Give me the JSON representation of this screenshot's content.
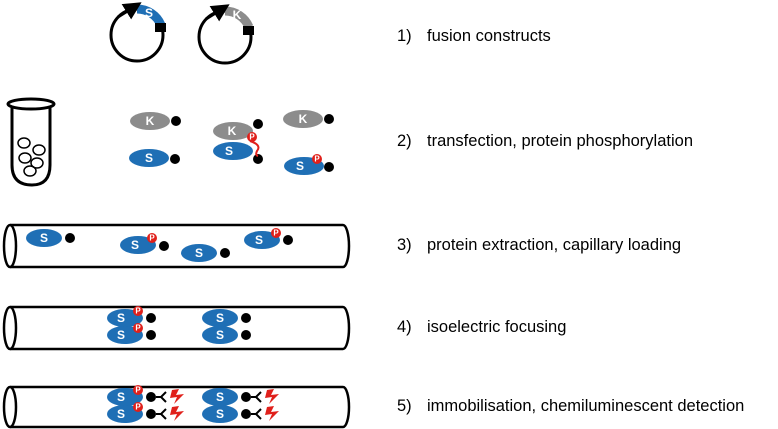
{
  "steps": [
    {
      "number": "1)",
      "text": "fusion constructs"
    },
    {
      "number": "2)",
      "text": "transfection, protein phosphorylation"
    },
    {
      "number": "3)",
      "text": "protein extraction, capillary loading"
    },
    {
      "number": "4)",
      "text": "isoelectric focusing"
    },
    {
      "number": "5)",
      "text": "immobilisation, chemiluminescent detection"
    }
  ],
  "labels": {
    "substrate": "S",
    "kinase": "K",
    "phospho": "P"
  },
  "colors": {
    "substrate": "#1f6fb5",
    "kinase": "#8c8c8c",
    "phospho": "#e0201b",
    "tag": "#000000",
    "outline": "#000000"
  }
}
